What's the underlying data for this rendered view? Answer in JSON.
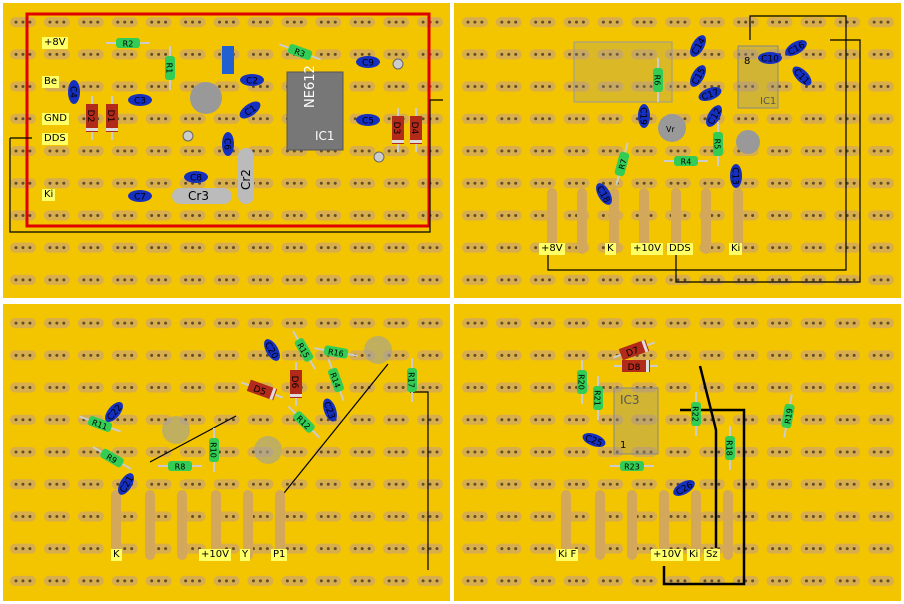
{
  "panel1": {
    "power_labels": [
      "+8V",
      "Be",
      "GND",
      "DDS",
      "Ki"
    ],
    "resistors": [
      "R1",
      "R2",
      "R3"
    ],
    "caps": [
      "C1",
      "C2",
      "C3",
      "C4",
      "C5",
      "C6",
      "C7",
      "C8",
      "C9"
    ],
    "diodes": [
      "D1",
      "D2",
      "D3",
      "D4"
    ],
    "ic_name": "NE612",
    "ic_ref": "IC1",
    "trimmers": [
      "Cr2",
      "Cr3"
    ]
  },
  "panel2": {
    "power_labels": [
      "+8V",
      "K",
      "+10V",
      "DDS",
      "Ki"
    ],
    "resistors": [
      "R4",
      "R5",
      "R6",
      "R7"
    ],
    "caps": [
      "C10",
      "C11",
      "C12",
      "C13",
      "C14",
      "C15",
      "C16",
      "C17",
      "C18",
      "C19"
    ],
    "ic_ref": "IC1",
    "ic_pin": "8",
    "trimmer": "Vr"
  },
  "panel3": {
    "power_labels": [
      "K",
      "+10V",
      "Y",
      "P1"
    ],
    "resistors": [
      "R8",
      "R9",
      "R10",
      "R11",
      "R12",
      "R14",
      "R15",
      "R16",
      "R17"
    ],
    "caps": [
      "C20",
      "C21",
      "C22",
      "C23"
    ],
    "diodes": [
      "D5",
      "D6"
    ]
  },
  "panel4": {
    "power_labels": [
      "Ki F",
      "+10V",
      "Ki",
      "Sz"
    ],
    "resistors": [
      "R18",
      "R19",
      "R20",
      "R21",
      "R22",
      "R23"
    ],
    "caps": [
      "C25",
      "C26"
    ],
    "diodes": [
      "D7",
      "D8"
    ],
    "ic_ref": "IC3",
    "ic_pin": "1"
  },
  "colors": {
    "board": "#f2c500",
    "strip": "#d4a85a",
    "resistor": "#33cc55",
    "capacitor": "#1530c0",
    "diode": "#b22a1a",
    "ic": "#777777",
    "outline": "#e00000"
  }
}
